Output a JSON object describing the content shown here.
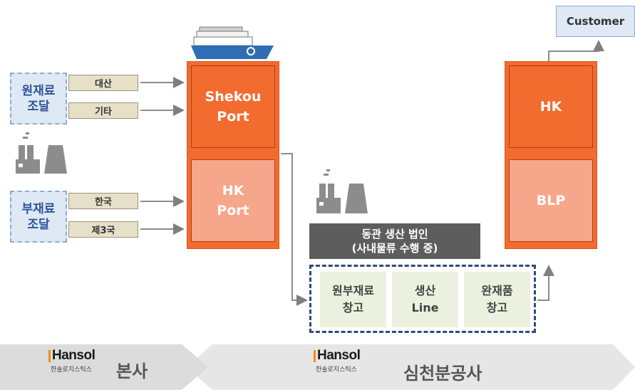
{
  "raw_materials": {
    "label": "원재료\n조달",
    "sources": [
      "대산",
      "기타"
    ]
  },
  "sub_materials": {
    "label": "부재료\n조달",
    "sources": [
      "한국",
      "제3국"
    ]
  },
  "port_column": {
    "top": "Shekou\nPort",
    "bottom": "HK\nPort"
  },
  "hk_column": {
    "top": "HK",
    "bottom": "BLP"
  },
  "customer": "Customer",
  "factory": {
    "header": "동관 생산 법인\n(사내물류 수행 중)",
    "cells": [
      "원부재료\n창고",
      "생산\nLine",
      "완재품\n창고"
    ]
  },
  "footer": {
    "hq": {
      "logo": "Hansol",
      "logo_sub": "한솔로지스틱스",
      "title": "본사"
    },
    "branch": {
      "logo": "Hansol",
      "logo_sub": "한솔로지스틱스",
      "title": "심천분공사"
    }
  },
  "colors": {
    "orange": "#f26b2f",
    "orange_light": "#f6a68a",
    "navy": "#2e4a7d",
    "footer_bar": "#dedede"
  }
}
